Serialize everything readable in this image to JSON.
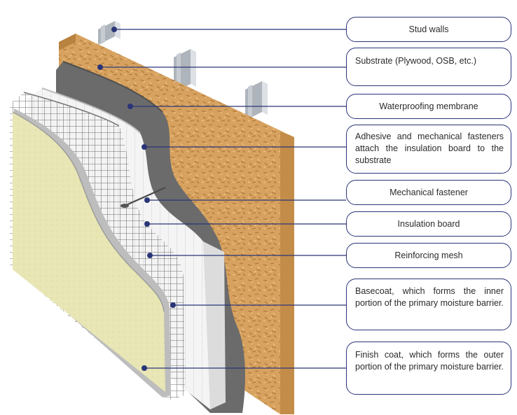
{
  "colors": {
    "leader_line": "#2a3578",
    "callout_border": "#2a3578",
    "osb": "#d7a25f",
    "membrane": "#6c6c6c",
    "insulation": "#f3f3f3",
    "finish_coat": "#e8e6b4",
    "stud": "#b9bfc6"
  },
  "callouts": [
    {
      "id": "stud-walls",
      "text": "Stud walls"
    },
    {
      "id": "substrate",
      "text": "Substrate (Plywood, OSB, etc.)"
    },
    {
      "id": "waterproofing-membrane",
      "text": "Waterproofing membrane"
    },
    {
      "id": "adhesive-fasteners",
      "text": "Adhesive and mechanical fasteners attach the insulation board to the substrate"
    },
    {
      "id": "mechanical-fastener",
      "text": "Mechanical fastener"
    },
    {
      "id": "insulation-board",
      "text": "Insulation board"
    },
    {
      "id": "reinforcing-mesh",
      "text": "Reinforcing mesh"
    },
    {
      "id": "basecoat",
      "text": "Basecoat, which forms the inner portion of the primary moisture barrier."
    },
    {
      "id": "finish-coat",
      "text": "Finish coat, which forms the outer portion of the primary moisture barrier."
    }
  ]
}
